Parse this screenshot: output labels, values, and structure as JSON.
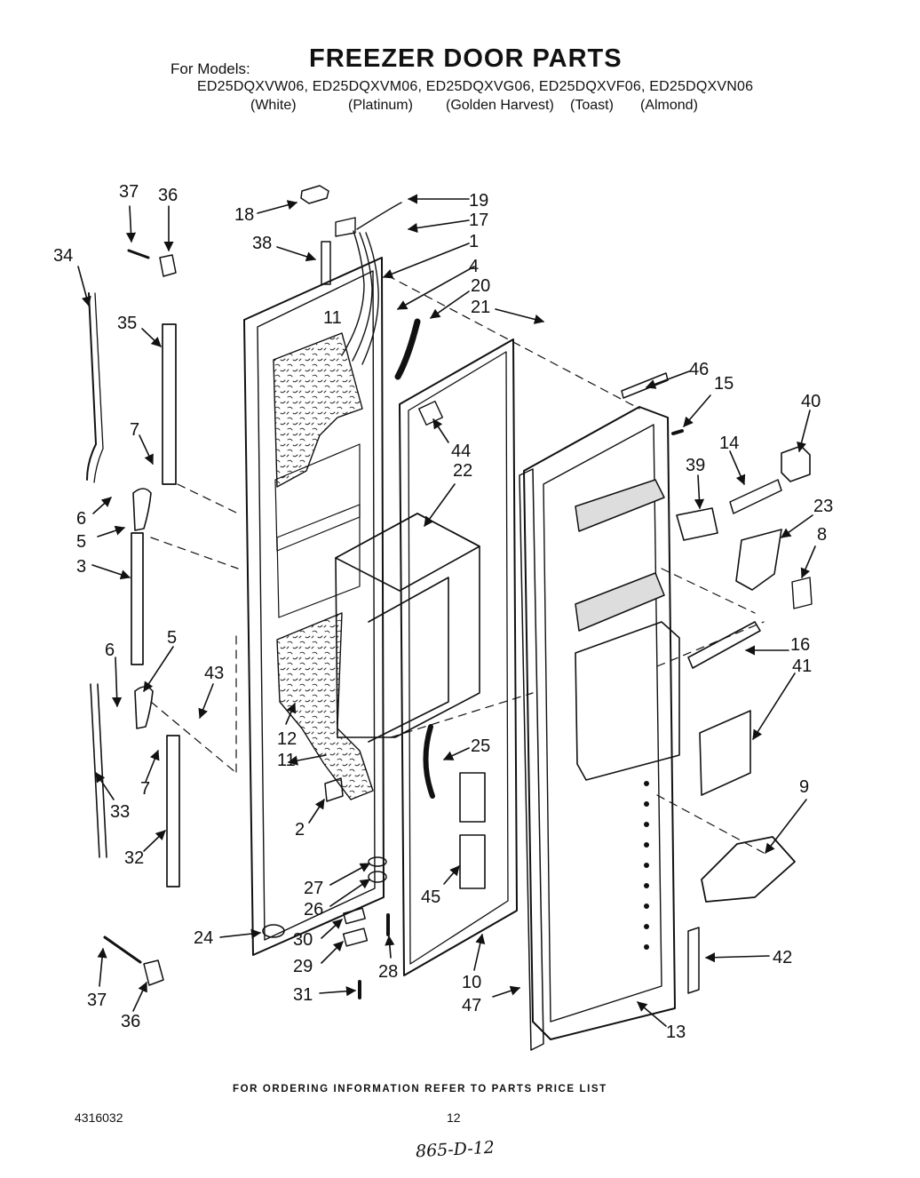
{
  "header": {
    "for_models_label": "For Models:",
    "title": "FREEZER DOOR PARTS",
    "models_line": "ED25DQXVW06, ED25DQXVM06, ED25DQXVG06, ED25DQXVF06, ED25DQXVN06",
    "colors": [
      "(White)",
      "(Platinum)",
      "(Golden Harvest)",
      "(Toast)",
      "(Almond)"
    ]
  },
  "callouts": [
    {
      "id": "c37a",
      "label": "37"
    },
    {
      "id": "c36a",
      "label": "36"
    },
    {
      "id": "c34",
      "label": "34"
    },
    {
      "id": "c35",
      "label": "35"
    },
    {
      "id": "c7a",
      "label": "7"
    },
    {
      "id": "c6a",
      "label": "6"
    },
    {
      "id": "c5a",
      "label": "5"
    },
    {
      "id": "c3",
      "label": "3"
    },
    {
      "id": "c6b",
      "label": "6"
    },
    {
      "id": "c5b",
      "label": "5"
    },
    {
      "id": "c43",
      "label": "43"
    },
    {
      "id": "c7b",
      "label": "7"
    },
    {
      "id": "c33",
      "label": "33"
    },
    {
      "id": "c32",
      "label": "32"
    },
    {
      "id": "c37b",
      "label": "37"
    },
    {
      "id": "c36b",
      "label": "36"
    },
    {
      "id": "c18",
      "label": "18"
    },
    {
      "id": "c38",
      "label": "38"
    },
    {
      "id": "c11a",
      "label": "11"
    },
    {
      "id": "c19",
      "label": "19"
    },
    {
      "id": "c17",
      "label": "17"
    },
    {
      "id": "c1",
      "label": "1"
    },
    {
      "id": "c4",
      "label": "4"
    },
    {
      "id": "c20",
      "label": "20"
    },
    {
      "id": "c21",
      "label": "21"
    },
    {
      "id": "c46",
      "label": "46"
    },
    {
      "id": "c15",
      "label": "15"
    },
    {
      "id": "c40",
      "label": "40"
    },
    {
      "id": "c44",
      "label": "44"
    },
    {
      "id": "c22",
      "label": "22"
    },
    {
      "id": "c14",
      "label": "14"
    },
    {
      "id": "c39",
      "label": "39"
    },
    {
      "id": "c23",
      "label": "23"
    },
    {
      "id": "c8",
      "label": "8"
    },
    {
      "id": "c16",
      "label": "16"
    },
    {
      "id": "c41",
      "label": "41"
    },
    {
      "id": "c12",
      "label": "12"
    },
    {
      "id": "c11b",
      "label": "11"
    },
    {
      "id": "c25",
      "label": "25"
    },
    {
      "id": "c9",
      "label": "9"
    },
    {
      "id": "c2",
      "label": "2"
    },
    {
      "id": "c27",
      "label": "27"
    },
    {
      "id": "c26",
      "label": "26"
    },
    {
      "id": "c45",
      "label": "45"
    },
    {
      "id": "c24",
      "label": "24"
    },
    {
      "id": "c30",
      "label": "30"
    },
    {
      "id": "c29",
      "label": "29"
    },
    {
      "id": "c28",
      "label": "28"
    },
    {
      "id": "c31",
      "label": "31"
    },
    {
      "id": "c10",
      "label": "10"
    },
    {
      "id": "c47",
      "label": "47"
    },
    {
      "id": "c13",
      "label": "13"
    },
    {
      "id": "c42",
      "label": "42"
    }
  ],
  "footer": {
    "ordering_note": "FOR ORDERING INFORMATION REFER TO PARTS PRICE LIST",
    "doc_number": "4316032",
    "page_number": "12",
    "handwritten_note": "865-D-12"
  }
}
